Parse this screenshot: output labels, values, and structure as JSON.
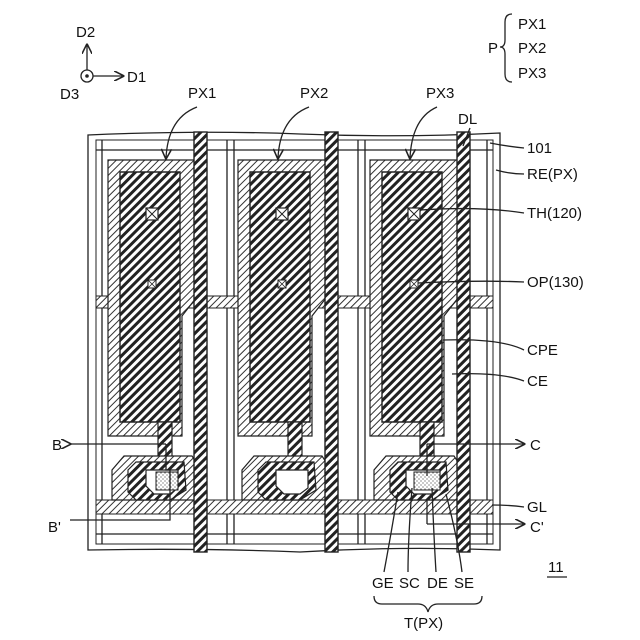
{
  "axes": {
    "d2": "D2",
    "d1": "D1",
    "d3": "D3"
  },
  "pixel_group": {
    "symbol": "P",
    "members": [
      "PX1",
      "PX2",
      "PX3"
    ]
  },
  "column_labels": [
    "PX1",
    "PX2",
    "PX3"
  ],
  "side_labels": {
    "dl": "DL",
    "ref101": "101",
    "re": "RE(PX)",
    "th": "TH(120)",
    "op": "OP(130)",
    "cpe": "CPE",
    "ce": "CE",
    "gl": "GL"
  },
  "section_labels": {
    "b": "B",
    "b_prime": "B'",
    "c": "C",
    "c_prime": "C'"
  },
  "transistor_labels": [
    "GE",
    "SC",
    "DE",
    "SE"
  ],
  "transistor_group": "T(PX)",
  "figure_ref": "11"
}
